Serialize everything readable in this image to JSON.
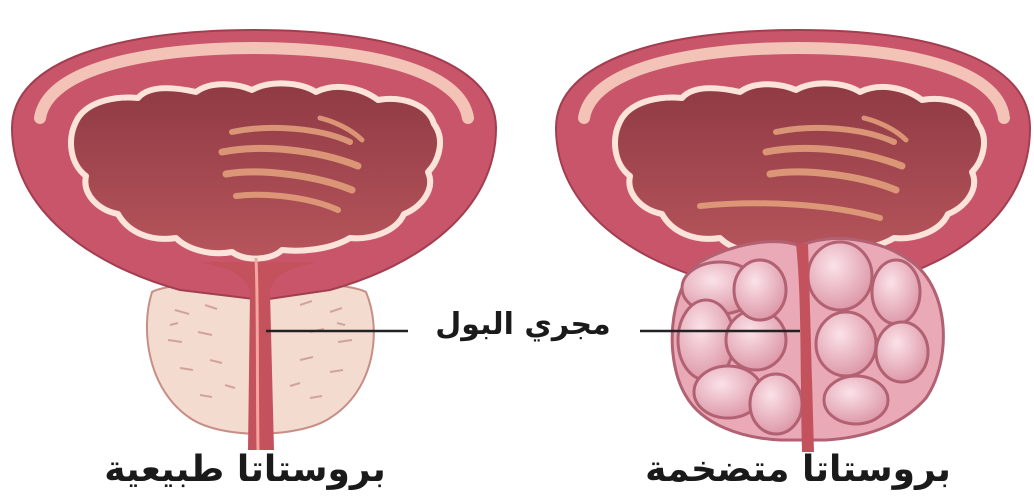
{
  "labels": {
    "normal_prostate": "بروستاتا طبيعية",
    "enlarged_prostate": "بروستاتا متضخمة",
    "urethra": "مجري البول"
  },
  "colors": {
    "bladder_outer": "#c8556a",
    "bladder_rim_light": "#f2c3b6",
    "bladder_inner": "#b44651",
    "bladder_folds": "#e5a47e",
    "urethra": "#c3525d",
    "normal_prostate": "#f3dccf",
    "enlarged_prostate": "#e9a9b6",
    "callout_line": "#222222"
  }
}
